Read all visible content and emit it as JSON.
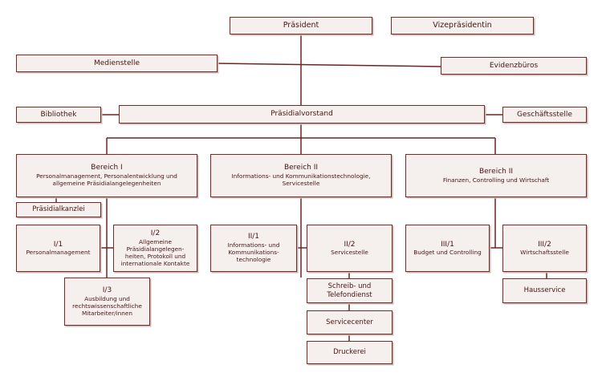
{
  "chart": {
    "president": "Präsident",
    "vice": "Vizepräsidentin",
    "medien": "Medienstelle",
    "evidenz": "Evidenzbüros",
    "bibliothek": "Bibliothek",
    "vorstand": "Präsidialvorstand",
    "geschaeft": "Geschäftsstelle",
    "b1": {
      "title": "Bereich I",
      "sub": "Personalmanagement, Personalentwicklung und\nallgemeine Präsidialangelegenheiten"
    },
    "b2": {
      "title": "Bereich II",
      "sub": "Informations- und Kommunikationstechnologie,\nServicestelle"
    },
    "b3": {
      "title": "Bereich II",
      "sub": "Finanzen, Controlling und Wirtschaft"
    },
    "kanzlei": "Präsidialkanzlei",
    "u11": {
      "title": "I/1",
      "sub": "Personalmanagement"
    },
    "u12": {
      "title": "I/2",
      "sub": "Allgemeine\nPräsidialangelegen-\nheiten, Protokoll und\ninternationale Kontakte"
    },
    "u13": {
      "title": "I/3",
      "sub": "Ausbildung und\nrechtswissenschaftliche\nMitarbeiter/innen"
    },
    "u21": {
      "title": "II/1",
      "sub": "Informations- und\nKommunikations-\ntechnologie"
    },
    "u22": {
      "title": "II/2",
      "sub": "Servicestelle"
    },
    "schreib": "Schreib- und\nTelefondienst",
    "servicecenter": "Servicecenter",
    "druckerei": "Druckerei",
    "u31": {
      "title": "III/1",
      "sub": "Budget und Controlling"
    },
    "u32": {
      "title": "III/2",
      "sub": "Wirtschaftsstelle"
    },
    "haus": "Hausservice"
  },
  "colors": {
    "border": "#7a2a24",
    "fill": "#f5f0ee",
    "line": "#6b2420"
  }
}
